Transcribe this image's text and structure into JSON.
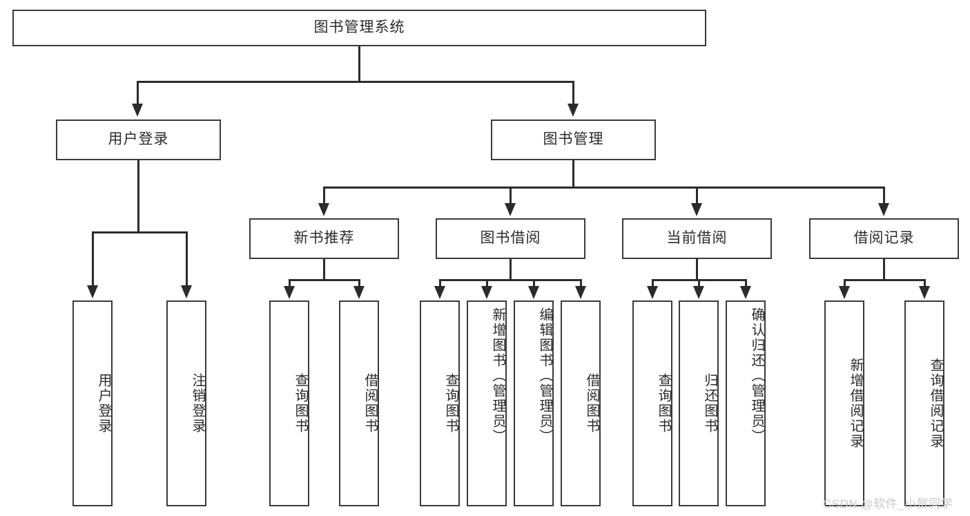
{
  "diagram": {
    "type": "tree-hierarchy-diagram",
    "root": {
      "label": "图书管理系统"
    },
    "level1": [
      {
        "id": "user-login",
        "label": "用户登录"
      },
      {
        "id": "book-management",
        "label": "图书管理"
      }
    ],
    "level2": [
      {
        "id": "new-book-recommend",
        "label": "新书推荐",
        "parent": "book-management"
      },
      {
        "id": "book-borrow",
        "label": "图书借阅",
        "parent": "book-management"
      },
      {
        "id": "current-borrow",
        "label": "当前借阅",
        "parent": "book-management"
      },
      {
        "id": "borrow-record",
        "label": "借阅记录",
        "parent": "book-management"
      }
    ],
    "leaves": {
      "user-login": [
        {
          "id": "leaf-user-login",
          "label": "用户登录"
        },
        {
          "id": "leaf-logout-login",
          "label": "注销登录"
        }
      ],
      "new-book-recommend": [
        {
          "id": "leaf-query-book-1",
          "label": "查询图书"
        },
        {
          "id": "leaf-borrow-book-1",
          "label": "借阅图书"
        }
      ],
      "book-borrow": [
        {
          "id": "leaf-query-book-2",
          "label": "查询图书"
        },
        {
          "id": "leaf-add-book-admin",
          "label": "新增图书（管理员）"
        },
        {
          "id": "leaf-edit-book-admin",
          "label": "编辑图书（管理员）"
        },
        {
          "id": "leaf-borrow-book-2",
          "label": "借阅图书"
        }
      ],
      "current-borrow": [
        {
          "id": "leaf-query-book-3",
          "label": "查询图书"
        },
        {
          "id": "leaf-return-book",
          "label": "归还图书"
        },
        {
          "id": "leaf-confirm-return-admin",
          "label": "确认归还（管理员）"
        }
      ],
      "borrow-record": [
        {
          "id": "leaf-add-borrow-record",
          "label": "新增借阅记录"
        },
        {
          "id": "leaf-query-borrow-record",
          "label": "查询借阅记录"
        }
      ]
    },
    "watermark": "CSDN @软件_小贺同学",
    "colors": {
      "border": "#3a3a3a",
      "connector": "#2b2b2b",
      "text": "#2b2b2b",
      "background": "#ffffff",
      "watermark": "#c9c9c9"
    }
  }
}
